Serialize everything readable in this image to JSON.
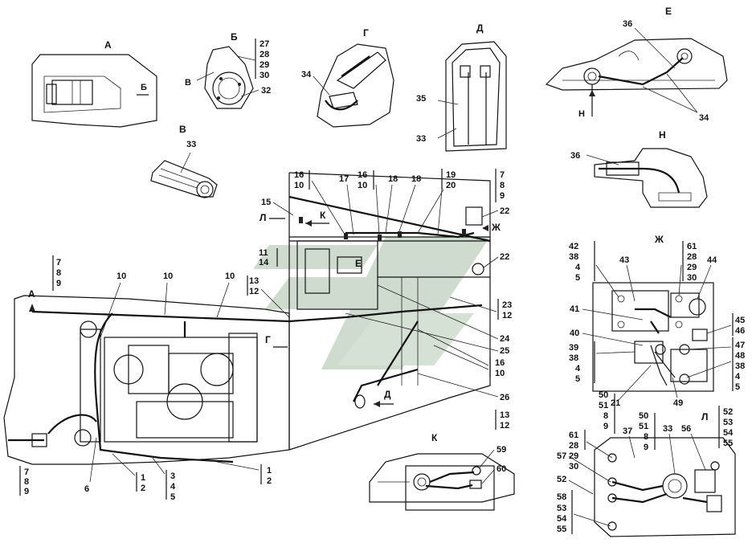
{
  "views": {
    "a": {
      "title": "А",
      "arrow": "Б"
    },
    "b": {
      "title": "Б",
      "side": "В",
      "n1": "27",
      "n2": "28",
      "n3": "29",
      "n4": "30",
      "n5": "32"
    },
    "g": {
      "title": "Г",
      "n1": "34"
    },
    "d": {
      "title": "Д",
      "n1": "35",
      "n2": "33"
    },
    "e": {
      "title": "Е",
      "n1": "36",
      "n2": "34",
      "arrow": "Н"
    },
    "v": {
      "title": "В",
      "n1": "33"
    },
    "h": {
      "title": "Н",
      "n1": "36"
    },
    "zh": {
      "title": "Ж",
      "l1": "42",
      "l2": "38",
      "l3": "4",
      "l4": "5",
      "r1": "61",
      "r2": "28",
      "r3": "29",
      "r4": "30",
      "c1": "43",
      "c2": "44",
      "c3": "41",
      "c4": "40",
      "c5": "21",
      "c6": "49",
      "s1": "45",
      "s2": "46",
      "s3": "47",
      "s4": "48",
      "s5": "38",
      "s6": "4",
      "s7": "5",
      "t1": "39",
      "t2": "38",
      "t3": "4",
      "t4": "5",
      "b1": "50",
      "b2": "51",
      "b3": "8",
      "b4": "9"
    },
    "k": {
      "title": "К",
      "n1": "59",
      "n2": "60"
    },
    "l": {
      "title": "Л",
      "a1": "61",
      "a2": "28",
      "a3": "29",
      "a4": "30",
      "b1": "50",
      "b2": "51",
      "b3": "8",
      "b4": "9",
      "c1": "37",
      "c2": "33",
      "c3": "56",
      "d1": "52",
      "d2": "53",
      "d3": "54",
      "d4": "55",
      "e1": "57",
      "e2": "52",
      "e3": "58",
      "e4": "53",
      "e5": "54",
      "e6": "55"
    }
  },
  "main": {
    "view_a": "А",
    "view_l": "Л",
    "view_k": "К",
    "view_e": "Е",
    "view_zh": "Ж",
    "view_g": "Г",
    "view_d": "Д",
    "n789a": [
      "7",
      "8",
      "9"
    ],
    "n10a": "10",
    "n10b": "10",
    "n10c": "10",
    "n1312": [
      "13",
      "12"
    ],
    "n1114": [
      "11",
      "14"
    ],
    "n15": "15",
    "n1610a": [
      "16",
      "10"
    ],
    "n17": "17",
    "n1610b": [
      "16",
      "10"
    ],
    "n18a": "18",
    "n18b": "18",
    "n1920": [
      "19",
      "20"
    ],
    "n789b": [
      "7",
      "8",
      "9"
    ],
    "n22a": "22",
    "n22b": "22",
    "n2312": [
      "23",
      "12"
    ],
    "n24": "24",
    "n25": "25",
    "n1610c": [
      "16",
      "10"
    ],
    "n26": "26",
    "n1312b": [
      "13",
      "12"
    ],
    "n6": "6",
    "n12a": [
      "1",
      "2"
    ],
    "n345": [
      "3",
      "4",
      "5"
    ],
    "n12b": [
      "1",
      "2"
    ],
    "n789c": [
      "7",
      "8",
      "9"
    ]
  }
}
